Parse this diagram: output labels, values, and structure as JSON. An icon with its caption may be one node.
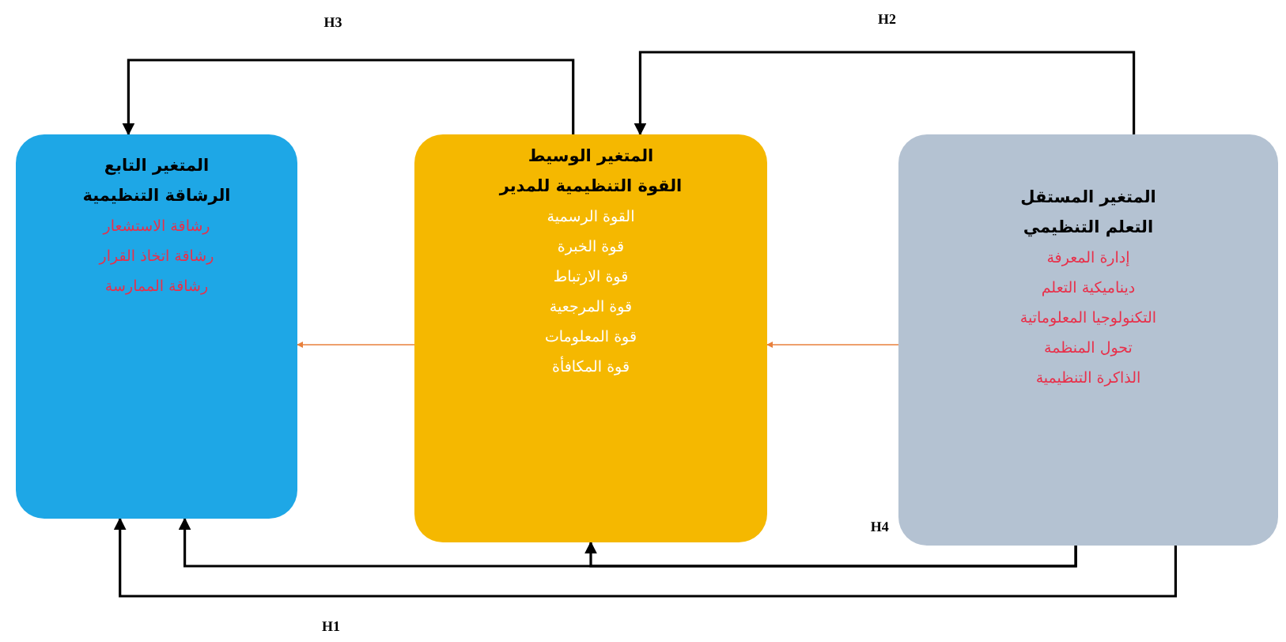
{
  "diagram": {
    "nodes": [
      {
        "text": [
          "المتغير التابع",
          "الرشاقة التنظيمية",
          "رشاقة الاستشعار",
          "رشاقة اتخاذ القرار",
          "رشاقة الممارسة"
        ]
      },
      {
        "text": [
          "المتغير الوسيط",
          "القوة التنظيمية للمدير",
          "القوة الرسمية",
          "قوة الخبرة",
          "قوة الارتباط",
          "قوة المرجعية",
          "قوة المعلومات",
          "قوة المكافأة"
        ]
      },
      {
        "text": [
          "المتغير المستقل",
          "التعلم التنظيمي",
          "إدارة المعرفة",
          "ديناميكية التعلم",
          "التكنولوجيا المعلوماتية",
          "تحول المنظمة",
          "الذاكرة التنظيمية"
        ]
      }
    ],
    "edges": [
      {
        "from": 2,
        "to": 0,
        "arrow": "to",
        "label": "H1"
      },
      {
        "from": 2,
        "to": 1,
        "arrow": "to",
        "label": "H2"
      },
      {
        "from": 1,
        "to": 0,
        "arrow": "to",
        "label": "H3"
      },
      {
        "from": 2,
        "to": 0,
        "arrow": "to",
        "label": "H4"
      },
      {
        "from": 2,
        "to": 1,
        "arrow": "to"
      },
      {
        "from": 1,
        "to": 0,
        "arrow": "to",
        "color": "#e8803c"
      },
      {
        "from": 2,
        "to": 1,
        "arrow": "to",
        "color": "#e8803c"
      }
    ]
  }
}
